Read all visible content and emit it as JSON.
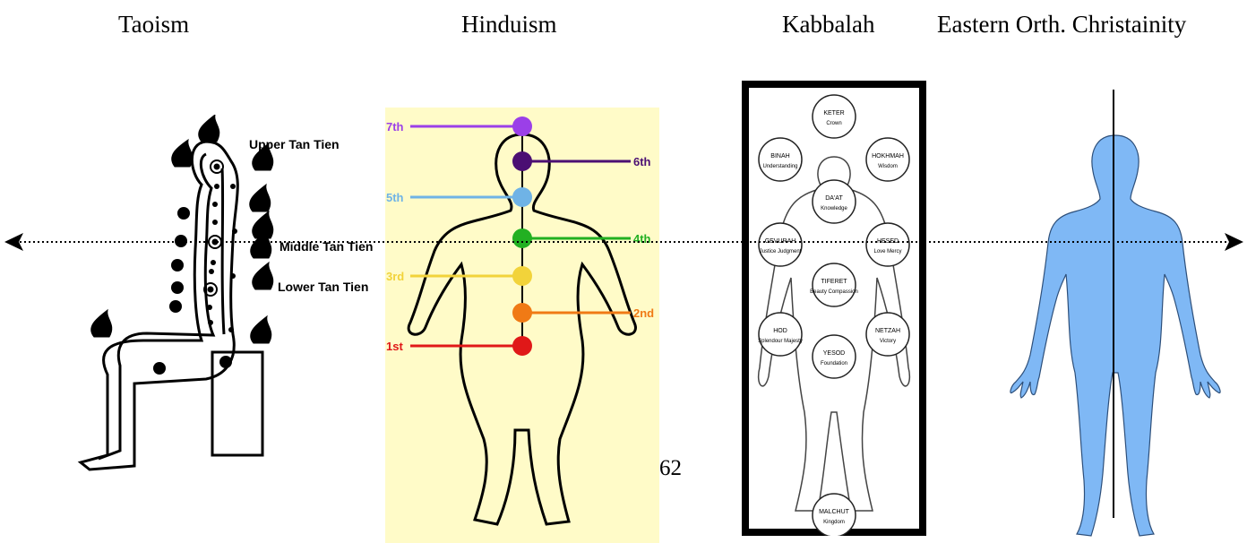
{
  "headings": {
    "taoism": "Taoism",
    "hinduism": "Hinduism",
    "kabbalah": "Kabbalah",
    "orthodox": "Eastern Orth. Christainity"
  },
  "taoism": {
    "labels": [
      "Upper Tan Tien",
      "Middle Tan Tien",
      "Lower Tan Tien"
    ]
  },
  "hinduism": {
    "chakras": [
      {
        "label": "7th",
        "color": "#9b3fe8"
      },
      {
        "label": "6th",
        "color": "#4b0f73"
      },
      {
        "label": "5th",
        "color": "#6fb3e6"
      },
      {
        "label": "4th",
        "color": "#22b022"
      },
      {
        "label": "3rd",
        "color": "#f2d33a"
      },
      {
        "label": "2nd",
        "color": "#f07a15"
      },
      {
        "label": "1st",
        "color": "#e01818"
      }
    ],
    "background": "#fffbc8"
  },
  "kabbalah": {
    "sefirot": [
      {
        "name": "KETER",
        "meaning": "Crown"
      },
      {
        "name": "BINAH",
        "meaning": "Understanding"
      },
      {
        "name": "HOKHMAH",
        "meaning": "Wisdom"
      },
      {
        "name": "DA'AT",
        "meaning": "Knowledge"
      },
      {
        "name": "GEVURAH",
        "meaning": "Justice Judgment"
      },
      {
        "name": "HESED",
        "meaning": "Love Mercy"
      },
      {
        "name": "TIFERET",
        "meaning": "Beauty Compassion"
      },
      {
        "name": "HOD",
        "meaning": "Splendour Majesty"
      },
      {
        "name": "NETZAH",
        "meaning": "Victory"
      },
      {
        "name": "YESOD",
        "meaning": "Foundation"
      },
      {
        "name": "MALCHUT",
        "meaning": "Kingdom"
      }
    ]
  },
  "orthodox": {
    "body_color": "#7fb8f5"
  },
  "page_number": "62"
}
